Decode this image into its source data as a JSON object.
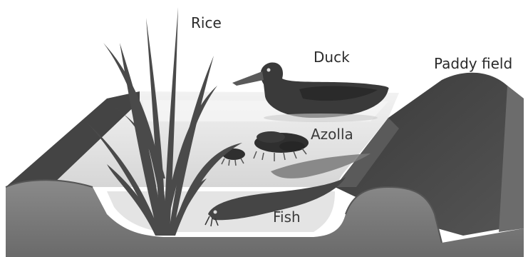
{
  "labels": {
    "rice": "Rice",
    "duck": "Duck",
    "paddy_field": "Paddy field",
    "azolla": "Azolla",
    "fish": "Fish"
  },
  "colors": {
    "embankment_dark": "#3e3e3e",
    "embankment_mid": "#6e6e6e",
    "embankment_front": "#7c7c7c",
    "water": "#dcdcdc",
    "water_light": "#ececec",
    "rice_leaf": "#4a4a4a",
    "duck_body": "#3a3a3a",
    "fish_body": "#454545",
    "azolla": "#2f2f2f"
  }
}
